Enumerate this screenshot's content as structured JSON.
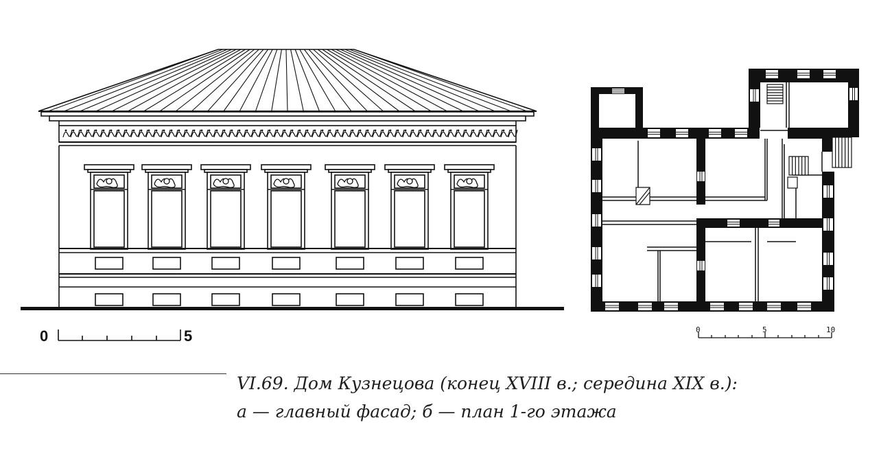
{
  "caption": {
    "line1": "VI.69. Дом Кузнецова (конец XVIII в.; середина XIX в.):",
    "line2": "а — главный фасад; б — план 1-го этажа"
  },
  "facade_scale": {
    "start": "0",
    "end": "5"
  },
  "plan_scale": {
    "start": "0",
    "mid": "5",
    "end": "10"
  },
  "colors": {
    "ink": "#111111",
    "paper": "#ffffff"
  }
}
